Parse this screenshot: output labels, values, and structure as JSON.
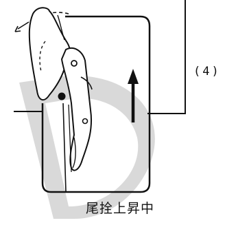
{
  "figure": {
    "step_label": "(4)",
    "caption": "尾拴上昇中"
  },
  "icons": {
    "watermark": "d-logo-watermark",
    "direction": "up-arrow-icon",
    "motion": "curved-arrow-icon"
  },
  "colors": {
    "ink": "#111111",
    "watermark": "#d8d8d8",
    "paper": "#ffffff"
  }
}
